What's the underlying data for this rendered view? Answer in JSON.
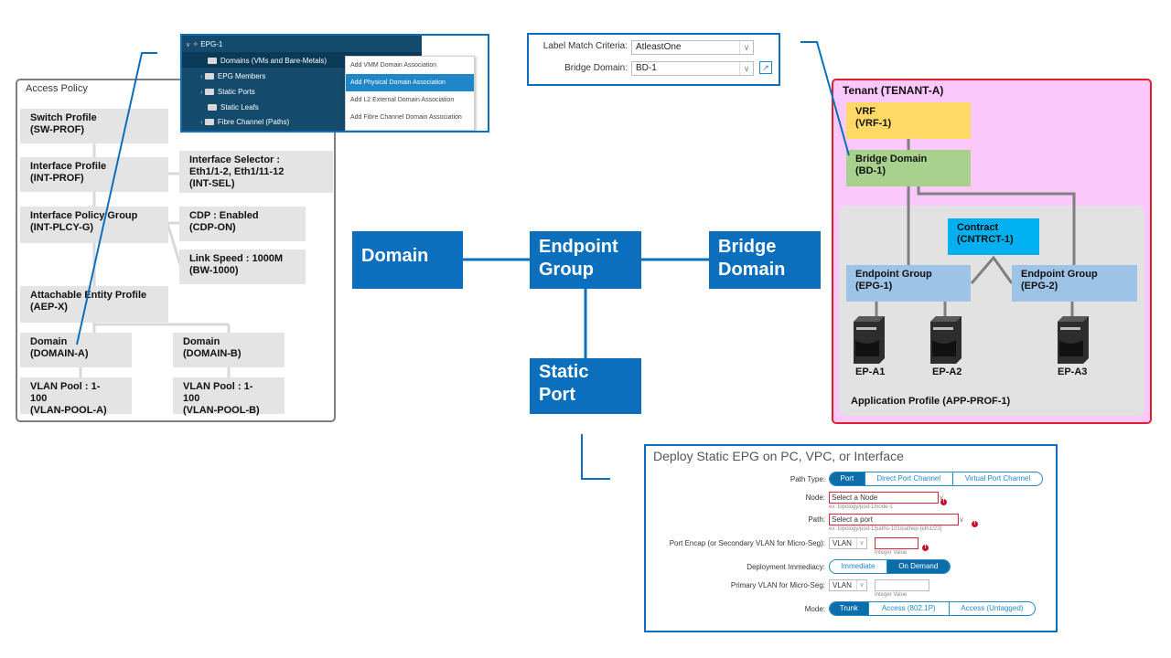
{
  "access_policy": {
    "title": "Access Policy",
    "switch_profile": "Switch Profile\n(SW-PROF)",
    "interface_profile": "Interface Profile\n(INT-PROF)",
    "interface_selector": "Interface Selector :\nEth1/1-2, Eth1/11-12\n(INT-SEL)",
    "interface_policy_group": "Interface Policy Group\n(INT-PLCY-G)",
    "cdp": "CDP : Enabled\n(CDP-ON)",
    "link_speed": "Link Speed : 1000M\n(BW-1000)",
    "aep": "Attachable Entity Profile\n(AEP-X)",
    "domain_a": "Domain\n(DOMAIN-A)",
    "domain_b": "Domain\n(DOMAIN-B)",
    "vlan_pool_a": "VLAN Pool : 1-\n100\n(VLAN-POOL-A)",
    "vlan_pool_b": "VLAN Pool : 1-\n100\n(VLAN-POOL-B)"
  },
  "center": {
    "domain": "Domain",
    "endpoint_group": "Endpoint\nGroup",
    "bridge_domain": "Bridge\nDomain",
    "static_port": "Static\nPort"
  },
  "epg_tree": {
    "root": "EPG-1",
    "items": [
      "Domains (VMs and Bare-Metals)",
      "EPG Members",
      "Static Ports",
      "Static Leafs",
      "Fibre Channel (Paths)"
    ],
    "menu": [
      "Add VMM Domain Association",
      "Add Physical Domain Association",
      "Add L2 External Domain Association",
      "Add Fibre Channel Domain Association"
    ]
  },
  "label_match": {
    "criteria_label": "Label Match Criteria:",
    "criteria_value": "AtleastOne",
    "bd_label": "Bridge Domain:",
    "bd_value": "BD-1"
  },
  "tenant": {
    "title": "Tenant (TENANT-A)",
    "vrf": "VRF\n(VRF-1)",
    "bridge_domain": "Bridge Domain\n(BD-1)",
    "contract": "Contract\n(CNTRCT-1)",
    "epg1": "Endpoint Group\n(EPG-1)",
    "epg2": "Endpoint Group\n(EPG-2)",
    "ep_a1": "EP-A1",
    "ep_a2": "EP-A2",
    "ep_a3": "EP-A3",
    "app_profile": "Application Profile (APP-PROF-1)",
    "colors": {
      "vrf": "#ffd966",
      "bd": "#a9d18e",
      "contract": "#00b0f0",
      "epg": "#9dc3e6",
      "border": "#e0202a",
      "bg": "#fbc8fb"
    }
  },
  "static_form": {
    "title": "Deploy Static EPG on PC, VPC, or Interface",
    "path_type_label": "Path Type:",
    "path_type_options": [
      "Port",
      "Direct Port Channel",
      "Virtual Port Channel"
    ],
    "node_label": "Node:",
    "node_placeholder": "Select a Node",
    "node_hint": "ex: topology/pod-1/node-1",
    "path_label": "Path:",
    "path_placeholder": "Select a port",
    "path_hint": "ex: topology/pod-1/paths-101/pathep-[eth1/23]",
    "encap_label": "Port Encap (or Secondary VLAN for Micro-Seg):",
    "encap_value": "VLAN",
    "encap_hint": "Integer Value",
    "immediacy_label": "Deployment Immediacy:",
    "immediacy_options": [
      "Immediate",
      "On Demand"
    ],
    "primary_label": "Primary VLAN for Micro-Seg:",
    "primary_value": "VLAN",
    "primary_hint": "Integer Value",
    "mode_label": "Mode:",
    "mode_options": [
      "Trunk",
      "Access (802.1P)",
      "Access (Untagged)"
    ]
  }
}
